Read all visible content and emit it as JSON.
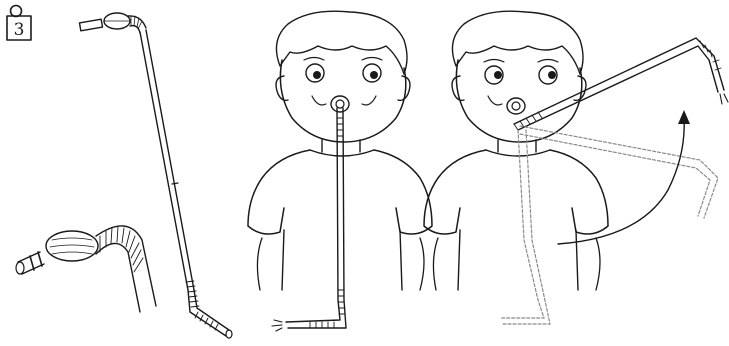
{
  "step": {
    "number": "3"
  },
  "colors": {
    "ink": "#1a1a1a",
    "ghost": "#8a8a8a",
    "background": "#ffffff"
  },
  "panels": [
    {
      "id": "tube-alone",
      "icon": "breathing-tube-icon"
    },
    {
      "id": "child-tube-down",
      "icon": "child-with-tube-icon"
    },
    {
      "id": "child-tube-raised",
      "icon": "child-raising-tube-icon"
    }
  ]
}
